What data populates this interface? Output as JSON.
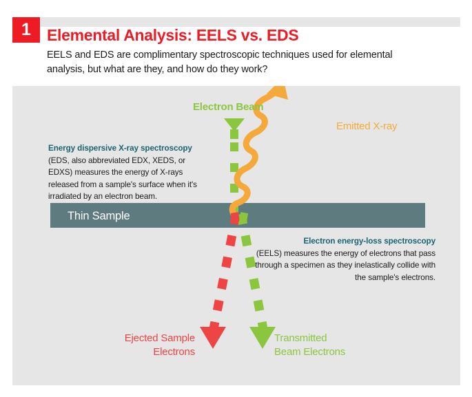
{
  "header": {
    "badge_number": "1",
    "title": "Elemental Analysis: EELS vs. EDS",
    "subtitle": "EELS and EDS are complimentary spectroscopic techniques used for elemental analysis, but what are they, and how do they work?",
    "accent_color": "#ed1c24",
    "band_color": "#e6e6e6"
  },
  "diagram": {
    "panel_color": "#e6e6e6",
    "sample_bar": {
      "label": "Thin Sample",
      "color": "#5e7b80",
      "text_color": "#ffffff"
    },
    "eds_block": {
      "heading": "Energy dispersive X-ray spectroscopy",
      "body": "(EDS, also abbreviated EDX, XEDS, or EDXS) measures the energy of X-rays released from a sample's surface when it's irradiated by an electron beam.",
      "heading_color": "#1b6470",
      "body_color": "#1a1a1a"
    },
    "eels_block": {
      "heading": "Electron energy-loss spectroscopy",
      "body": "(EELS) measures the energy of electrons that pass through a specimen as they inelastically collide with the sample's electrons.",
      "heading_color": "#1b6470",
      "body_color": "#1a1a1a"
    },
    "arrows": [
      {
        "id": "electron-beam",
        "label": "Electron Beam",
        "color": "#8cc63f",
        "style": "dashed-down"
      },
      {
        "id": "emitted-xray",
        "label": "Emitted X-ray",
        "color": "#f5a93a",
        "style": "squiggle-up-right"
      },
      {
        "id": "ejected-sample-electrons",
        "label": "Ejected Sample\nElectrons",
        "label_line1": "Ejected Sample",
        "label_line2": "Electrons",
        "color": "#ef4444",
        "style": "dashed-down-left"
      },
      {
        "id": "transmitted-beam-electrons",
        "label": "Transmitted Beam Electrons",
        "label_line1": "Transmitted",
        "label_line2": "Beam Electrons",
        "color": "#8cc63f",
        "style": "dashed-down-right"
      }
    ]
  }
}
